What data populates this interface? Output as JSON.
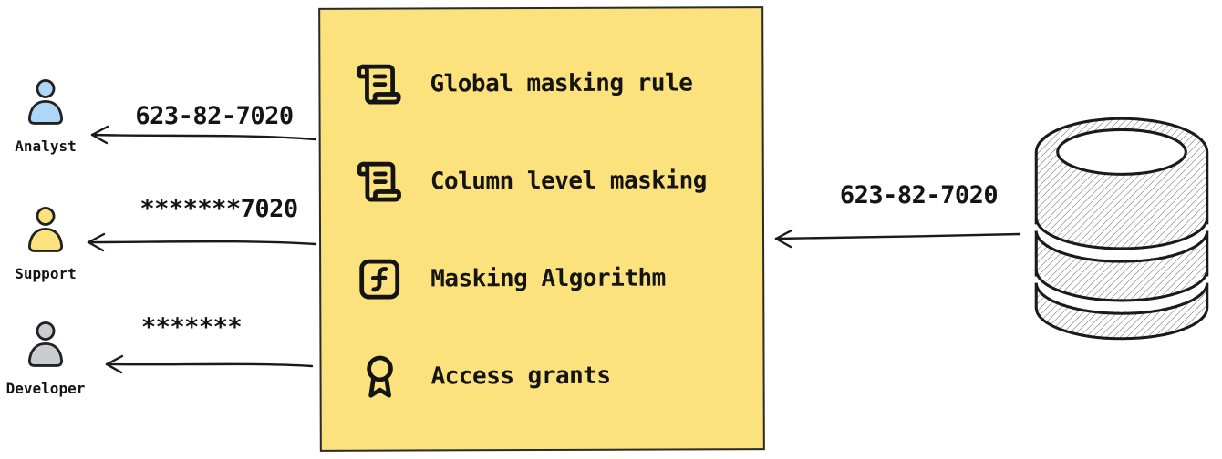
{
  "title": "Data masking flow diagram",
  "colors": {
    "box_bg": "#fbe27d",
    "box_border": "#2b2b2b",
    "ink": "#1a1a1a",
    "analyst_fill": "#aed6f8",
    "support_fill": "#fbe27d",
    "developer_fill": "#c9cdd2"
  },
  "personas": [
    {
      "name": "Analyst",
      "icon": "person-icon",
      "received_value": "623-82-7020"
    },
    {
      "name": "Support",
      "icon": "person-icon",
      "received_value": "*******7020"
    },
    {
      "name": "Developer",
      "icon": "person-icon",
      "received_value": "*******"
    }
  ],
  "box": {
    "items": [
      {
        "icon": "scroll-icon",
        "label": "Global masking rule"
      },
      {
        "icon": "scroll-icon",
        "label": "Column level masking"
      },
      {
        "icon": "function-icon",
        "label": "Masking Algorithm"
      },
      {
        "icon": "award-icon",
        "label": "Access grants"
      }
    ]
  },
  "database": {
    "icon": "database-icon",
    "outgoing_value": "623-82-7020"
  }
}
